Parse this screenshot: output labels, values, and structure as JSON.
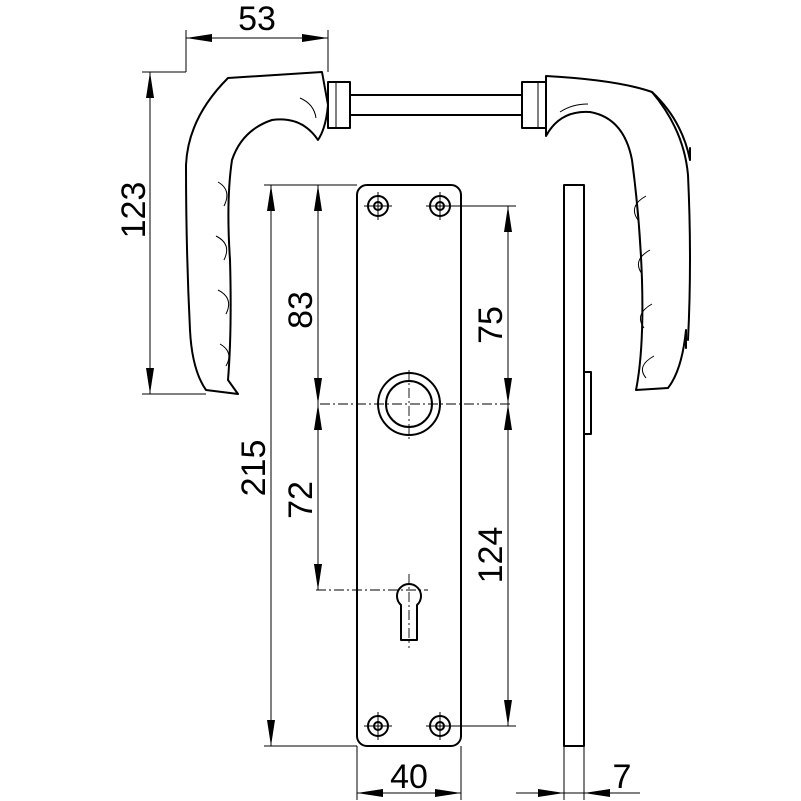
{
  "dimensions": {
    "handle_projection": "53",
    "handle_height": "123",
    "plate_length": "215",
    "lever_to_top": "83",
    "lever_to_keyhole": "72",
    "screw_to_lever": "75",
    "lever_to_bottom_screw": "124",
    "plate_width": "40",
    "plate_thickness": "7"
  },
  "colors": {
    "line": "#000000",
    "background": "#ffffff"
  }
}
